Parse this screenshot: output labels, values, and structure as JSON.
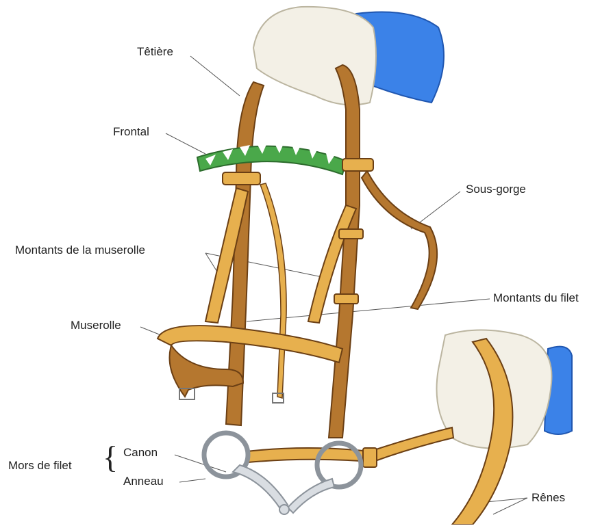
{
  "labels": {
    "tetiere": "Têtière",
    "frontal": "Frontal",
    "sous_gorge": "Sous-gorge",
    "montants_muserolle": "Montants de la muserolle",
    "montants_filet": "Montants du filet",
    "muserolle": "Muserolle",
    "mors_de_filet": "Mors de filet",
    "canon": "Canon",
    "anneau": "Anneau",
    "renes": "Rênes"
  },
  "colors": {
    "leather_dark": "#b5772f",
    "leather_light": "#e7b04e",
    "leather_outline": "#6b3f14",
    "browband_green": "#4aa84a",
    "glove": "#f3f0e6",
    "cuff_blue": "#3b82e8",
    "metal": "#d9dde2"
  }
}
